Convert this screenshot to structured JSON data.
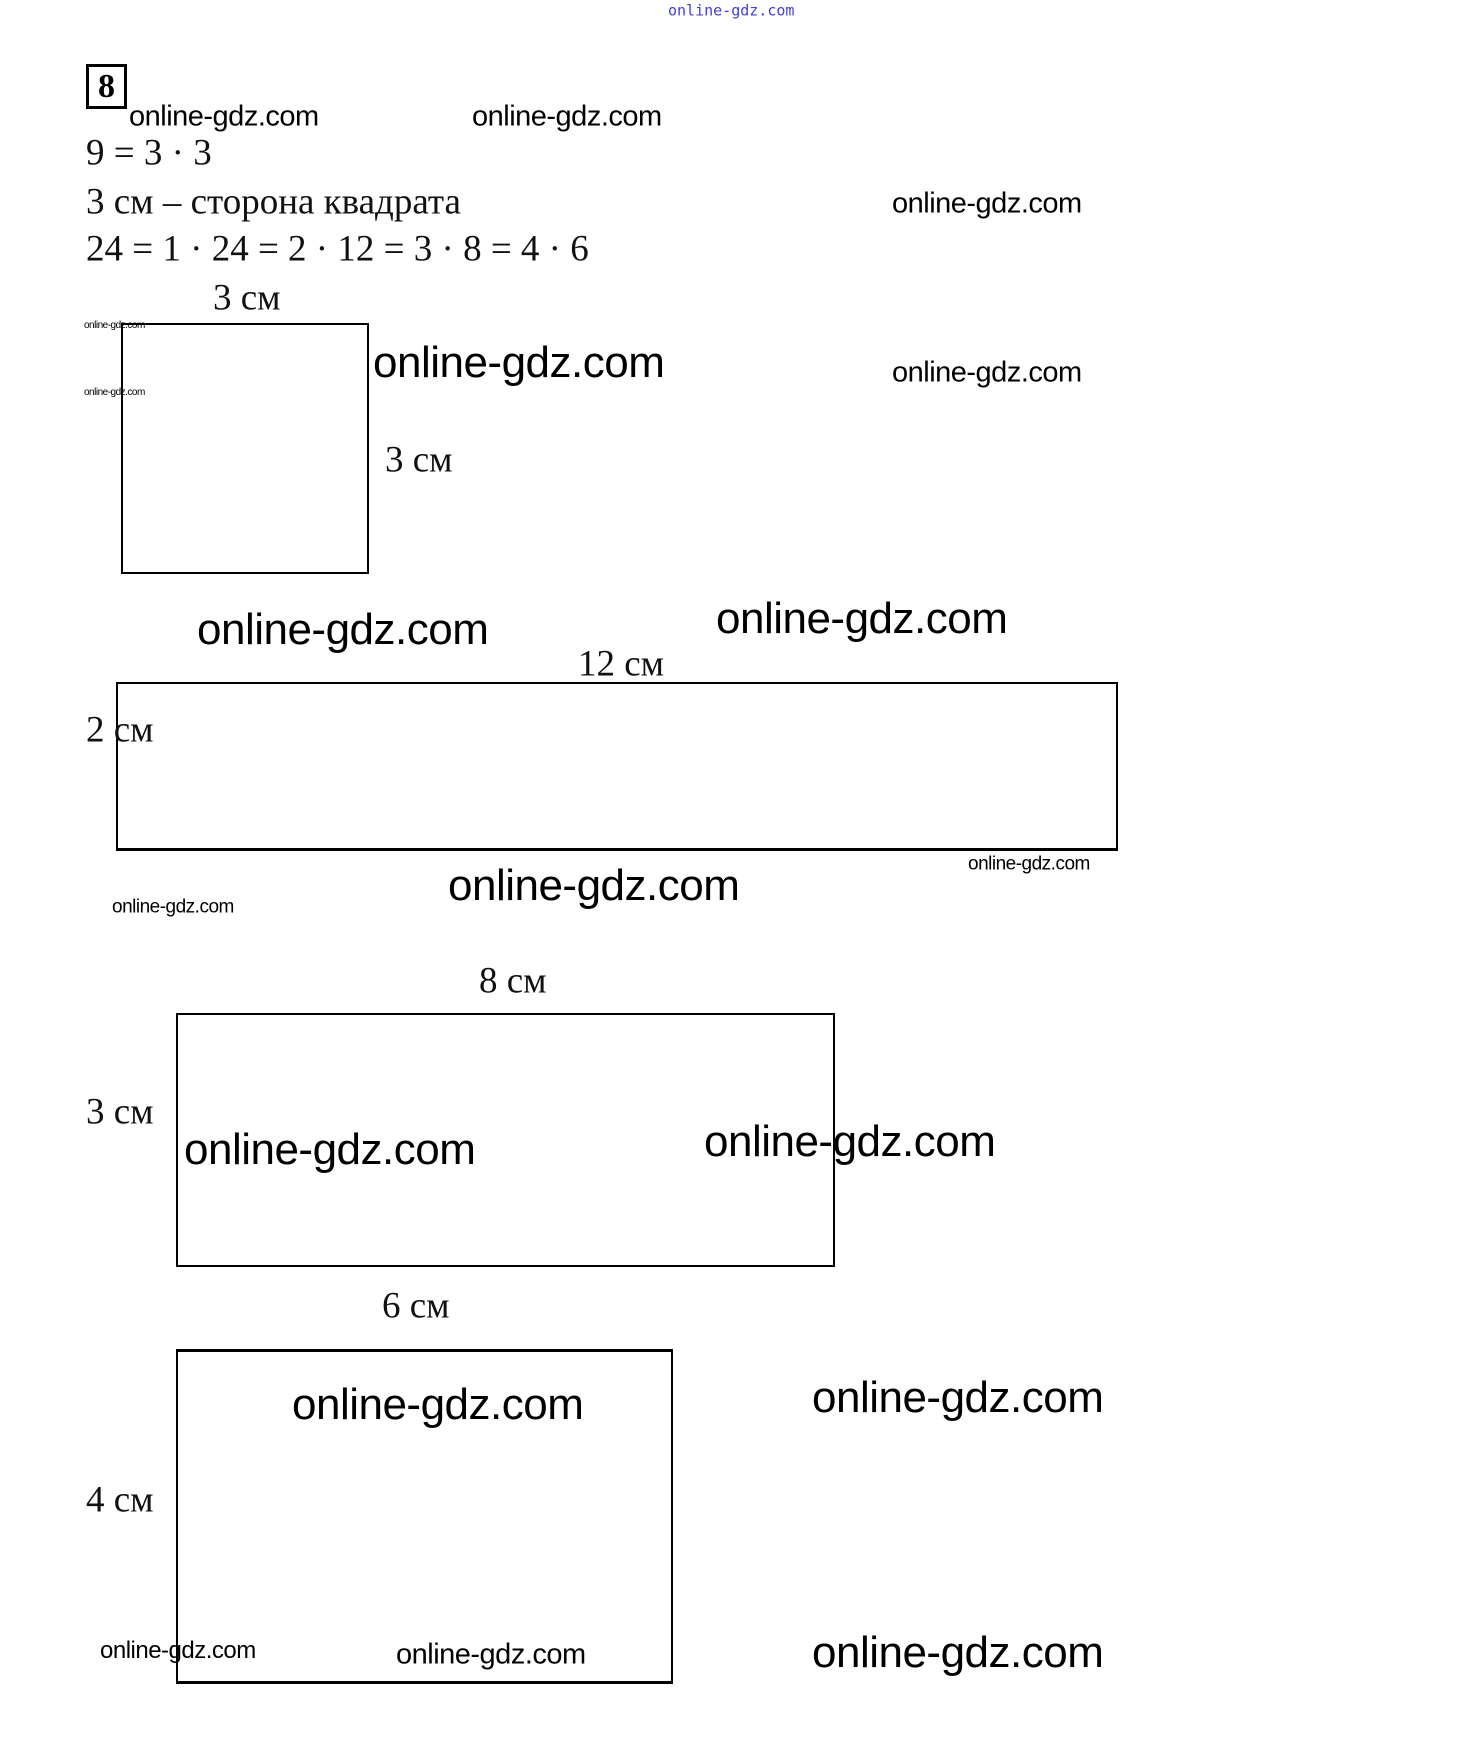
{
  "header_watermark": "online-gdz.com",
  "task_number": "8",
  "lines": {
    "line1": "9 = 3 · 3",
    "line2": "3 см – сторона квадрата",
    "line3": "24 = 1 · 24 = 2 · 12 = 3 · 8 = 4 · 6"
  },
  "figures": {
    "square": {
      "top_label": "3 см",
      "side_label": "3 см"
    },
    "rect_12x2": {
      "top_label": "12 см",
      "side_label": "2 см"
    },
    "rect_8x3": {
      "top_label": "8 см",
      "side_label": "3 см"
    },
    "rect_6x4": {
      "top_label": "6 см",
      "side_label": "4 см"
    }
  },
  "watermark": "online-gdz.com"
}
